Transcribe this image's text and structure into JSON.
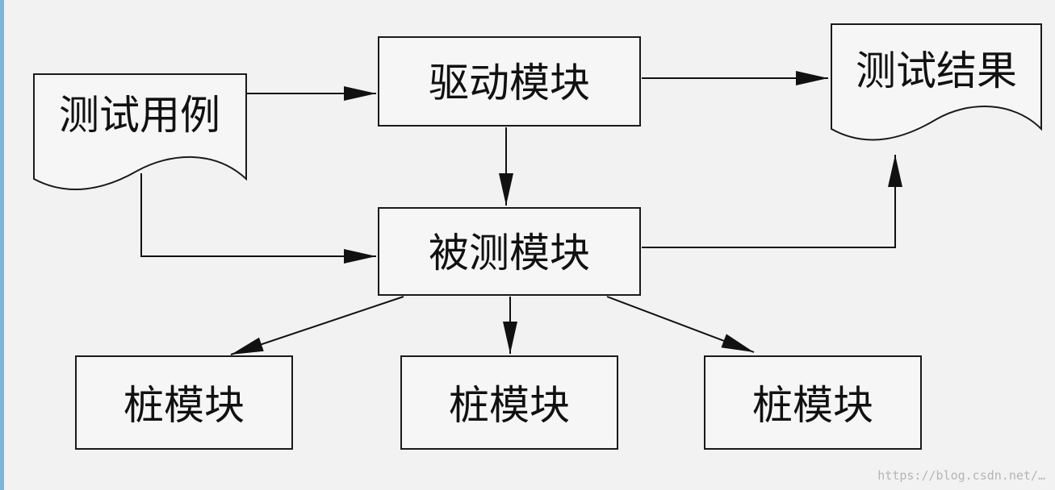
{
  "nodes": {
    "test_cases": "测试用例",
    "driver_module": "驱动模块",
    "test_results": "测试结果",
    "module_under_test": "被测模块",
    "stub_left": "桩模块",
    "stub_center": "桩模块",
    "stub_right": "桩模块"
  },
  "watermark": "https://blog.csdn.net/…",
  "colors": {
    "background": "#f2f2f2",
    "fill": "#f6f6f6",
    "stroke": "#1a1a1a",
    "left_edge": "#7fb3d9"
  }
}
